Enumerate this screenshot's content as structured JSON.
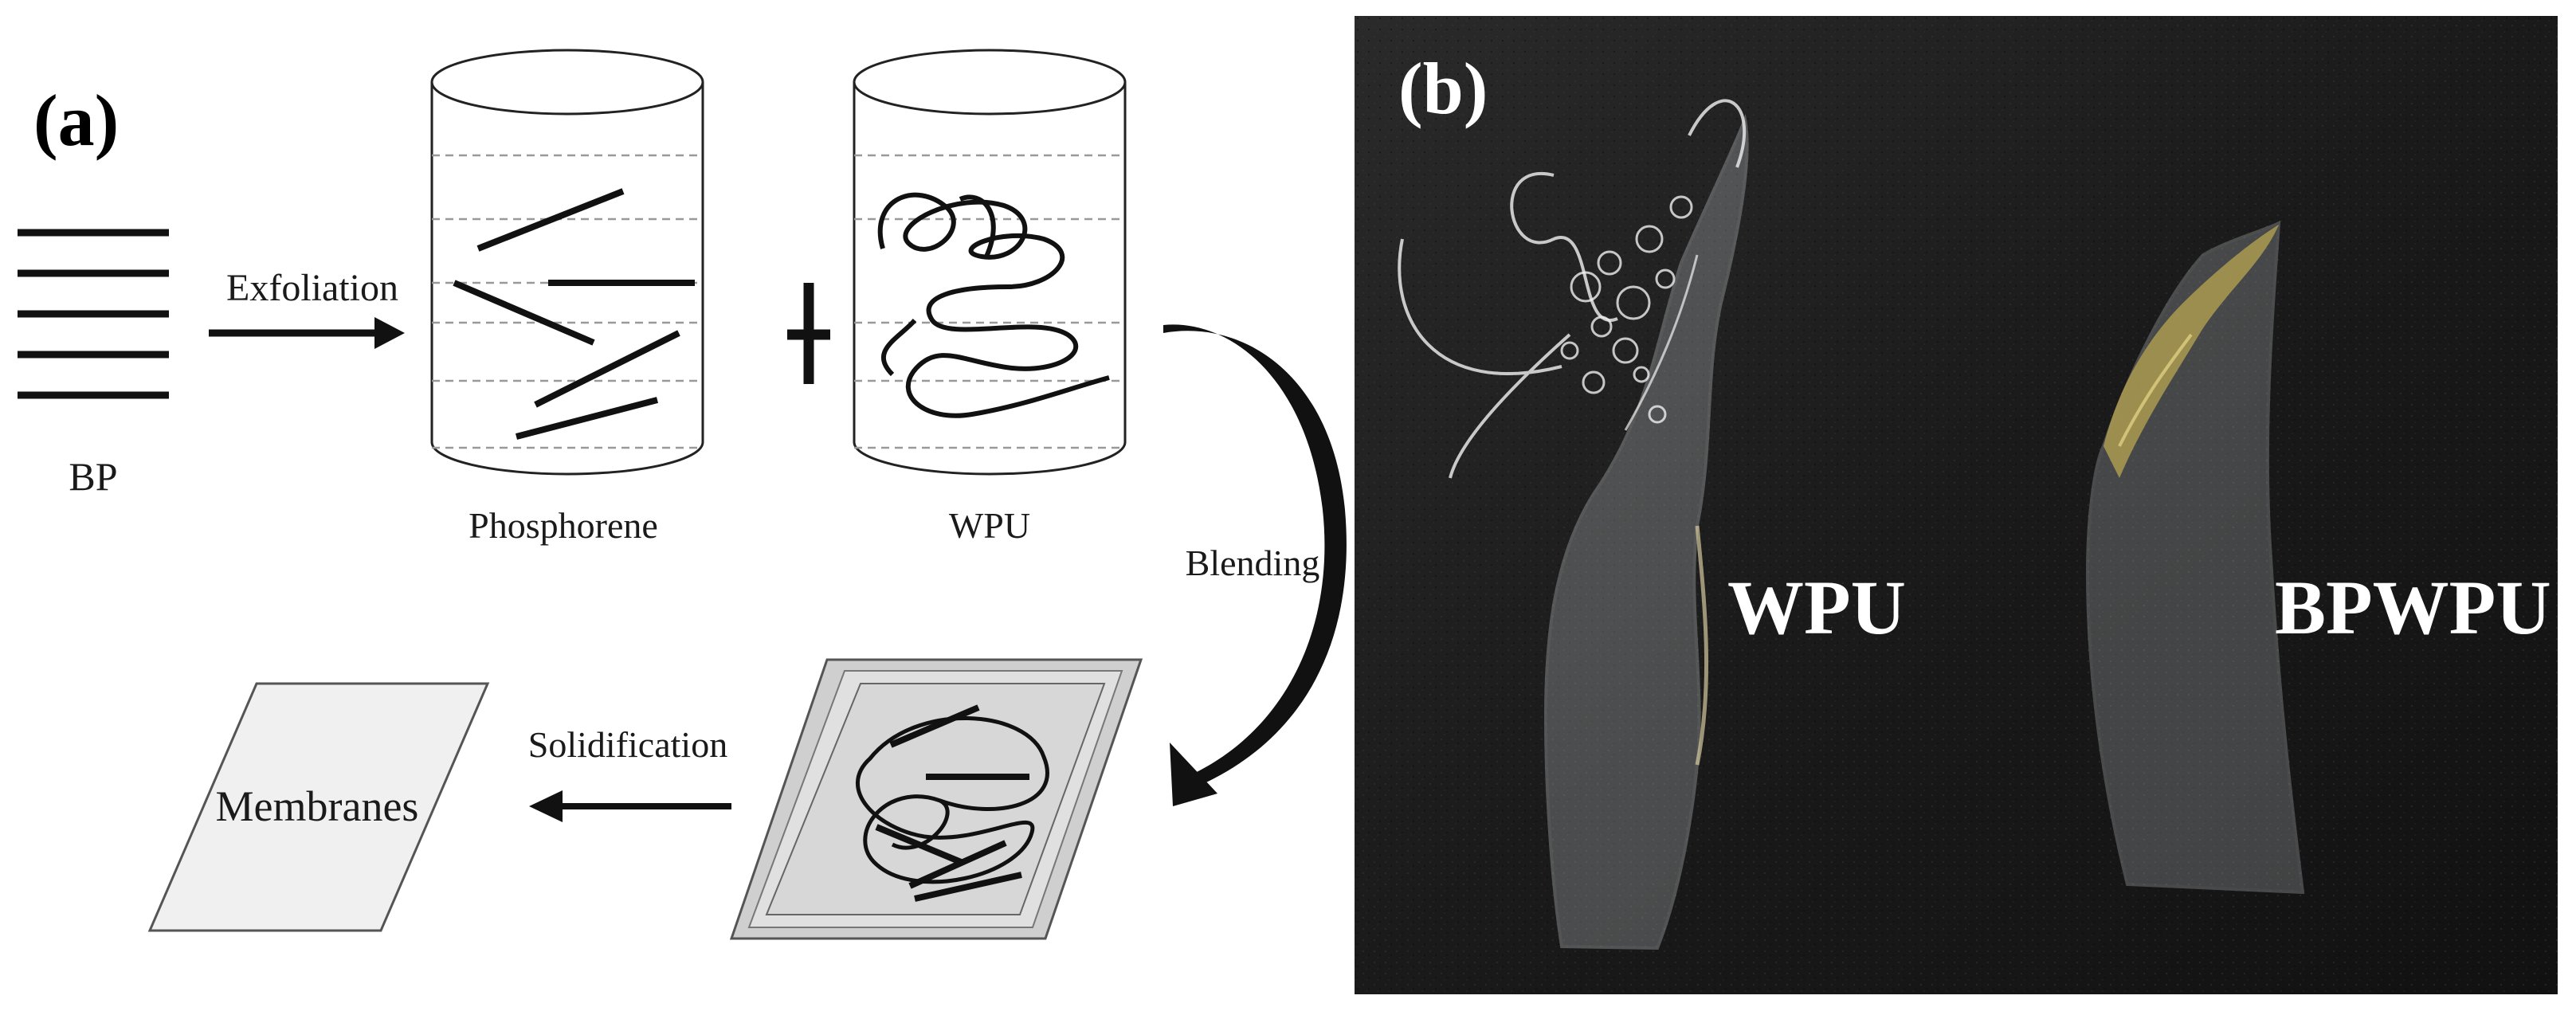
{
  "panel_a": {
    "label": "(a)",
    "bp_label": "BP",
    "exfoliation_label": "Exfoliation",
    "phosphorene_label": "Phosphorene",
    "plus_sign": "+",
    "wpu_label": "WPU",
    "blending_label": "Blending",
    "solidification_label": "Solidification",
    "membranes_label": "Membranes"
  },
  "panel_b": {
    "label": "(b)",
    "left_sample_label": "WPU",
    "right_sample_label": "BPWPU"
  }
}
